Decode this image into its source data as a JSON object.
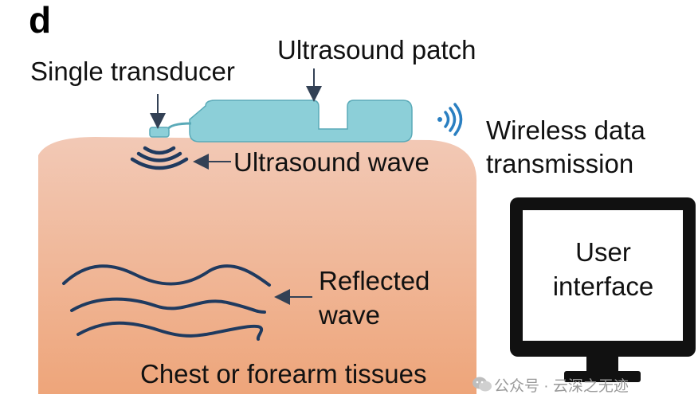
{
  "panel_letter": "d",
  "labels": {
    "single_transducer": "Single transducer",
    "ultrasound_patch": "Ultrasound patch",
    "ultrasound_wave": "Ultrasound wave",
    "wireless_line1": "Wireless data",
    "wireless_line2": "transmission",
    "reflected_line1": "Reflected",
    "reflected_line2": "wave",
    "tissues": "Chest or forearm tissues",
    "ui_line1": "User",
    "ui_line2": "interface"
  },
  "watermark": "公众号 · 云深之无迹",
  "icons": [
    "wifi-icon",
    "wechat-icon"
  ],
  "colors": {
    "tissue_top": "#f2c9b6",
    "tissue_bottom": "#eea57a",
    "patch": "#8ccfd8",
    "patch_stroke": "#5aaab8",
    "wave": "#1f3a5f",
    "arrow": "#334155",
    "wireless": "#2a7fc1",
    "monitor": "#111111"
  }
}
